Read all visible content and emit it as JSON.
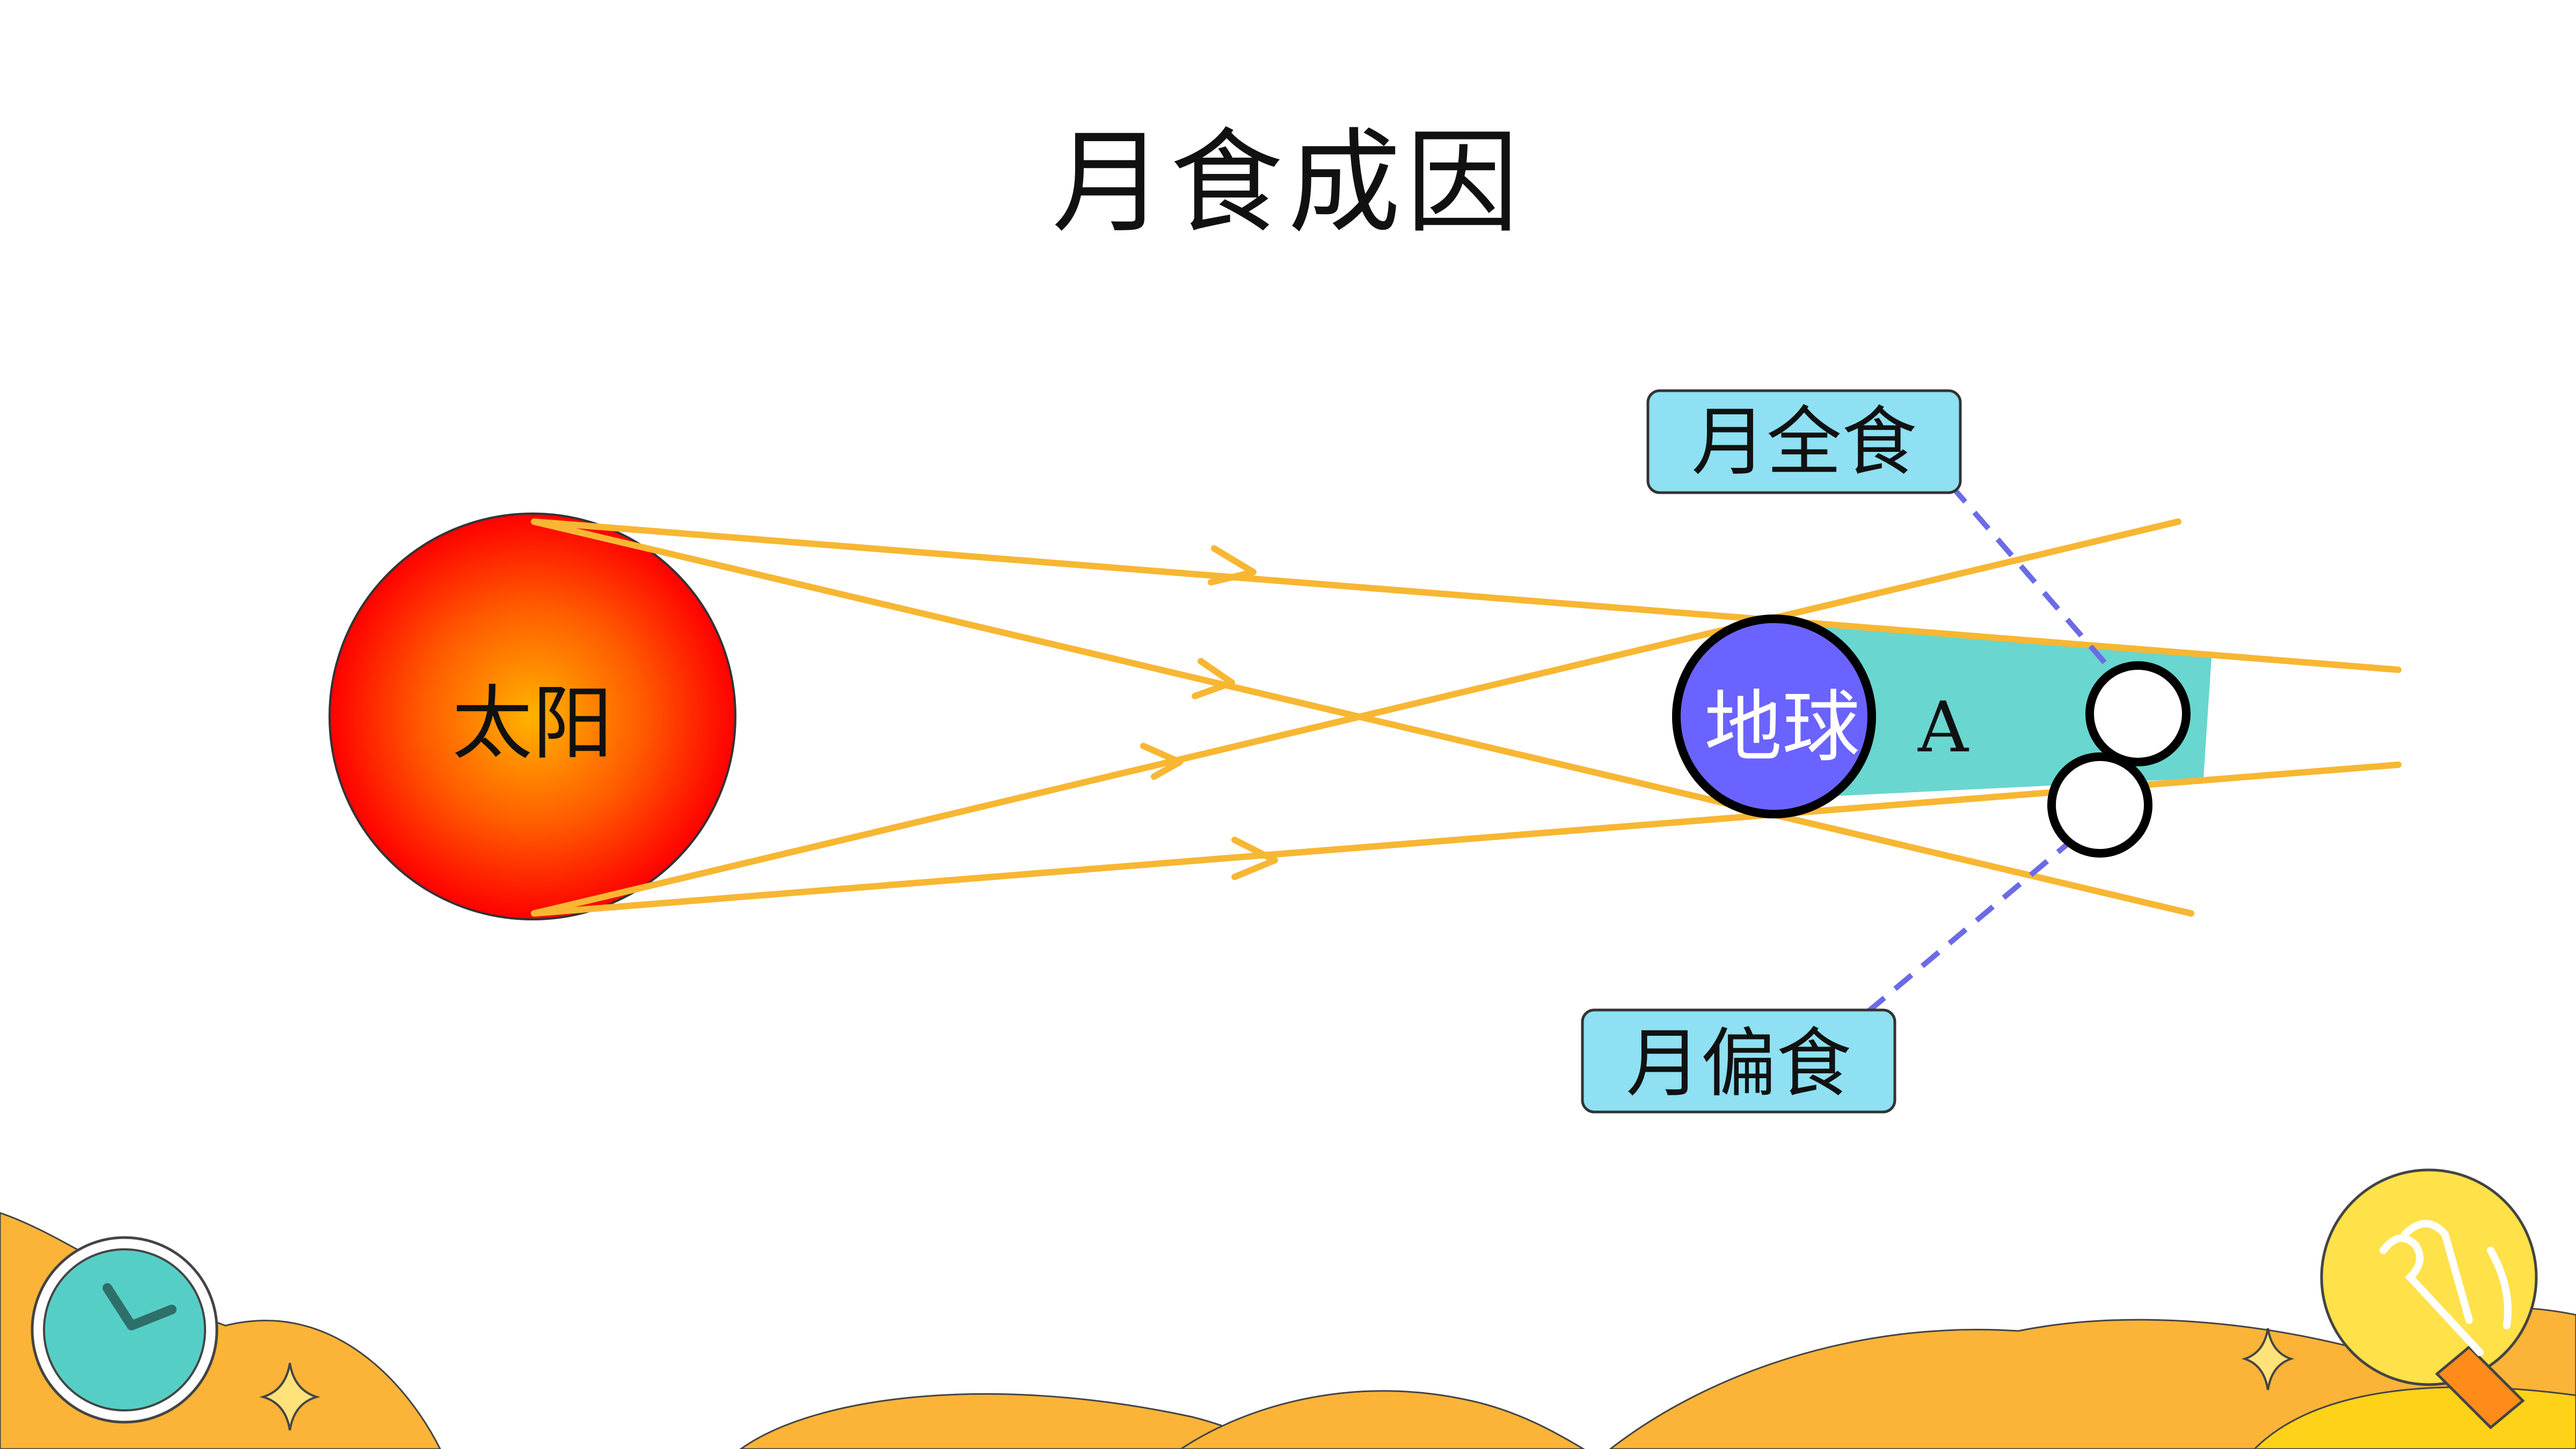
{
  "title": "月食成因",
  "diagram": {
    "sun_label": "太阳",
    "earth_label": "地球",
    "umbra_label": "A",
    "total_eclipse_label": "月全食",
    "partial_eclipse_label": "月偏食"
  },
  "colors": {
    "ray": "#F7B733",
    "sun_core": "#FFB300",
    "sun_edge": "#FF0000",
    "earth": "#6A63FF",
    "umbra": "#69D6CF",
    "callout_fill": "#8EE0F2",
    "dashed_line": "#6B6BE6",
    "footer_orange": "#FBB438",
    "footer_yellow": "#FFD21A",
    "clock_face": "#55CFC6"
  },
  "decorations": {
    "left_icon": "clock-icon",
    "right_icon": "lightbulb-icon",
    "sparkle_icon": "sparkle-icon"
  }
}
